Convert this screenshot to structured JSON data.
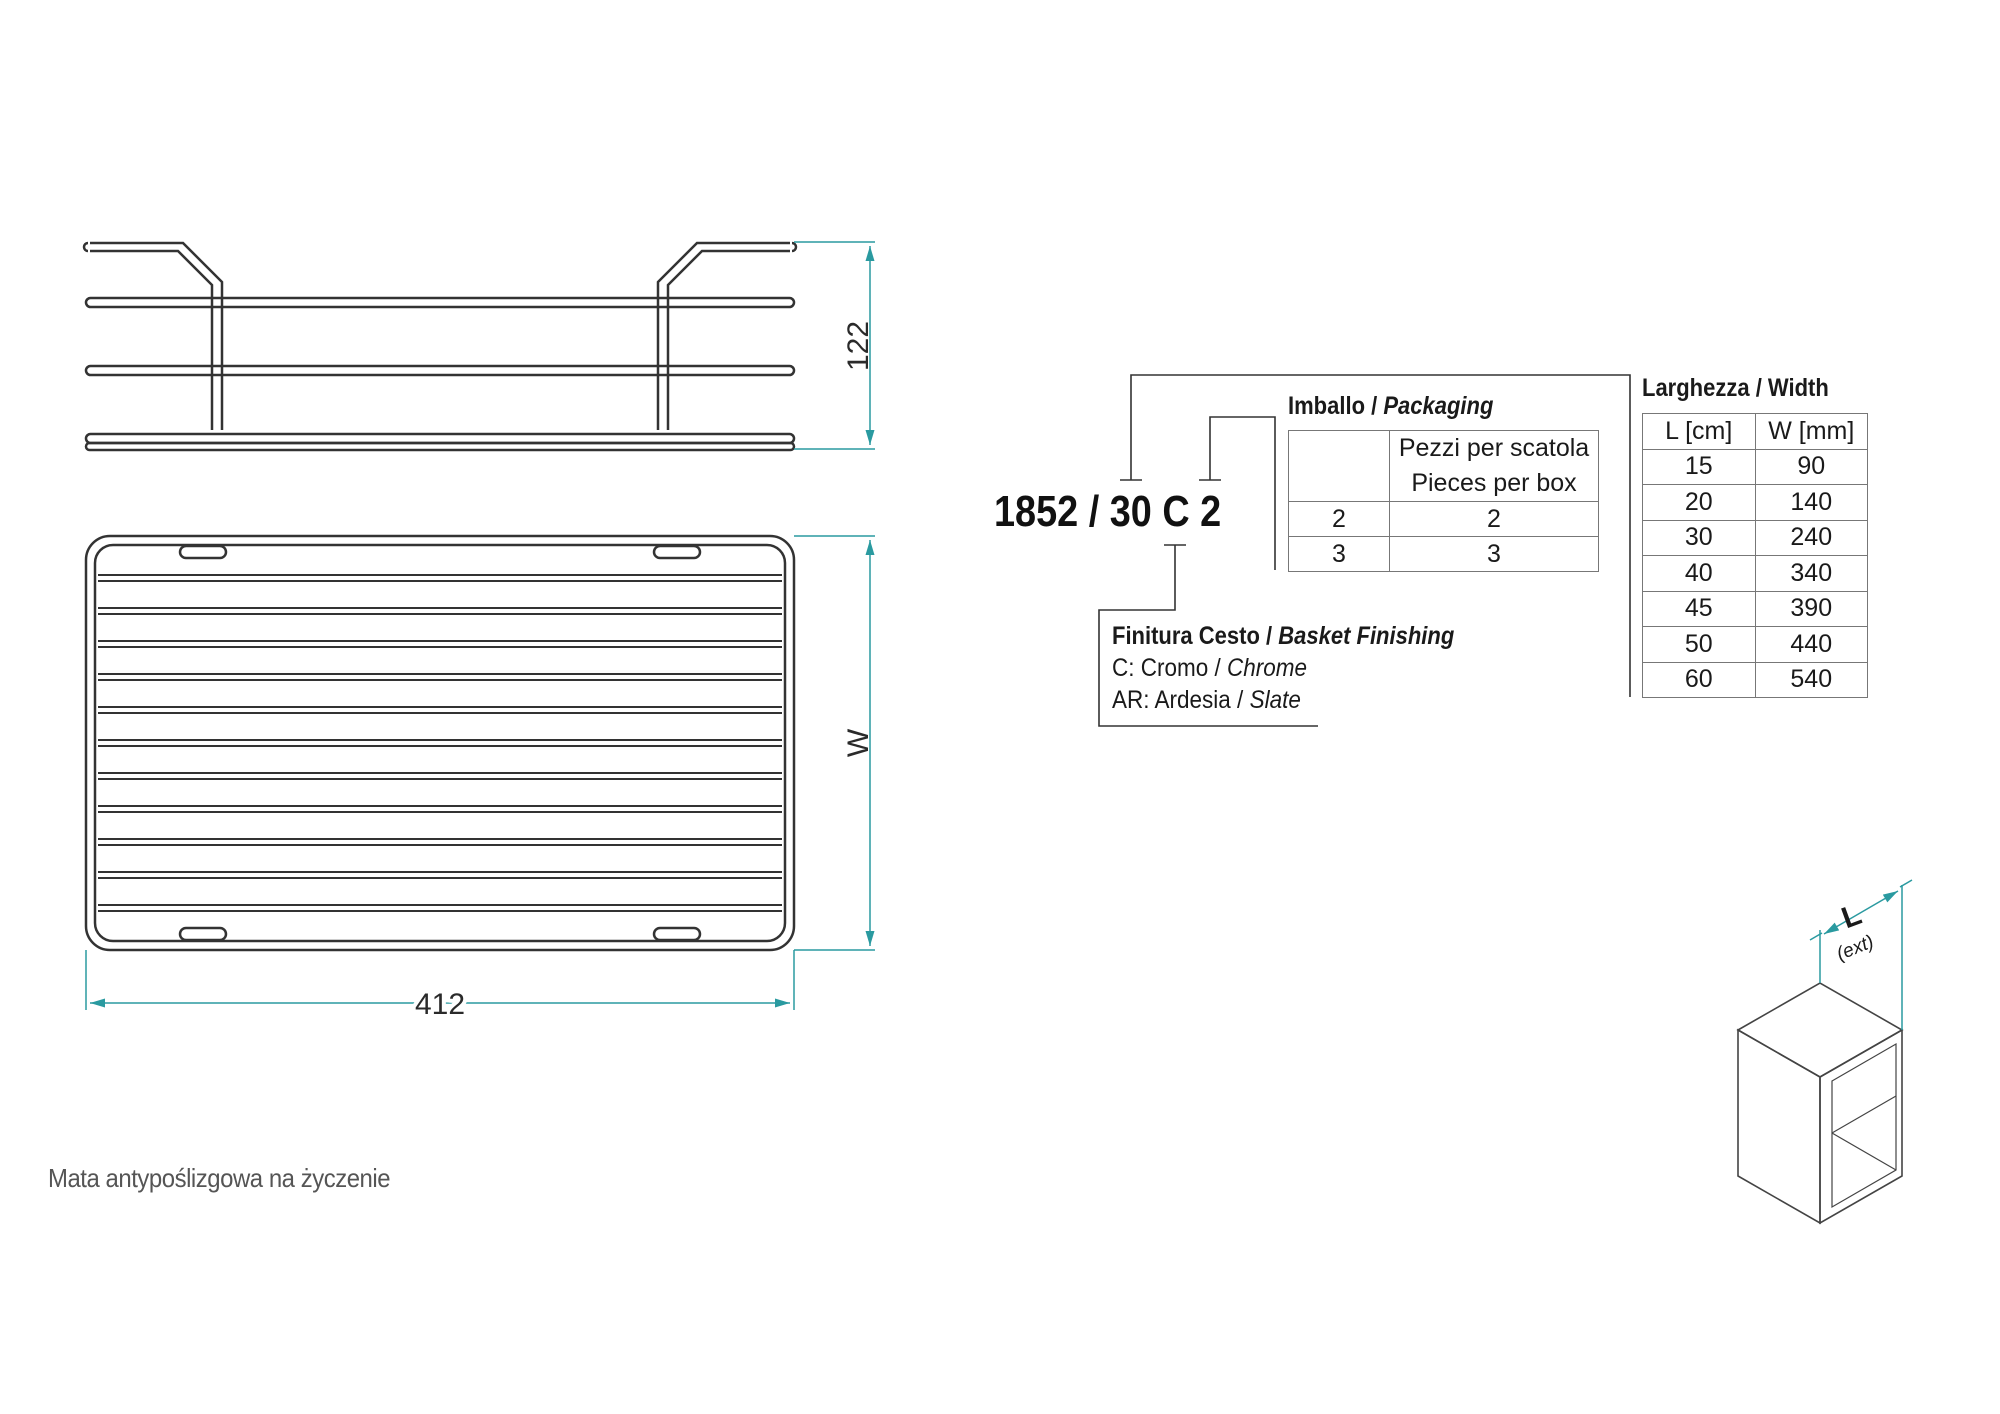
{
  "dimensions": {
    "height": "122",
    "width": "W",
    "length": "412"
  },
  "note": "Mata antypoślizgowa na życzenie",
  "product_code": "1852 / 30 C 2",
  "packaging": {
    "heading_it": "Imballo / ",
    "heading_en": "Packaging",
    "column_header_line1": "Pezzi per scatola",
    "column_header_line2": "Pieces per box",
    "rows": [
      {
        "code": "2",
        "pieces": "2"
      },
      {
        "code": "3",
        "pieces": "3"
      }
    ]
  },
  "finishing": {
    "heading_it": "Finitura Cesto / ",
    "heading_en": "Basket Finishing",
    "options": [
      {
        "code_it": "C: Cromo / ",
        "en": "Chrome"
      },
      {
        "code_it": "AR: Ardesia / ",
        "en": "Slate"
      }
    ]
  },
  "width_table": {
    "heading": "Larghezza / Width",
    "col_l": "L [cm]",
    "col_w": "W [mm]",
    "rows": [
      {
        "l": "15",
        "w": "90"
      },
      {
        "l": "20",
        "w": "140"
      },
      {
        "l": "30",
        "w": "240"
      },
      {
        "l": "40",
        "w": "340"
      },
      {
        "l": "45",
        "w": "390"
      },
      {
        "l": "50",
        "w": "440"
      },
      {
        "l": "60",
        "w": "540"
      }
    ]
  },
  "cabinet": {
    "label": "L",
    "sublabel": "(ext)"
  },
  "colors": {
    "dimension": "#2a9aa0",
    "line": "#333333",
    "table_border": "#777777"
  }
}
